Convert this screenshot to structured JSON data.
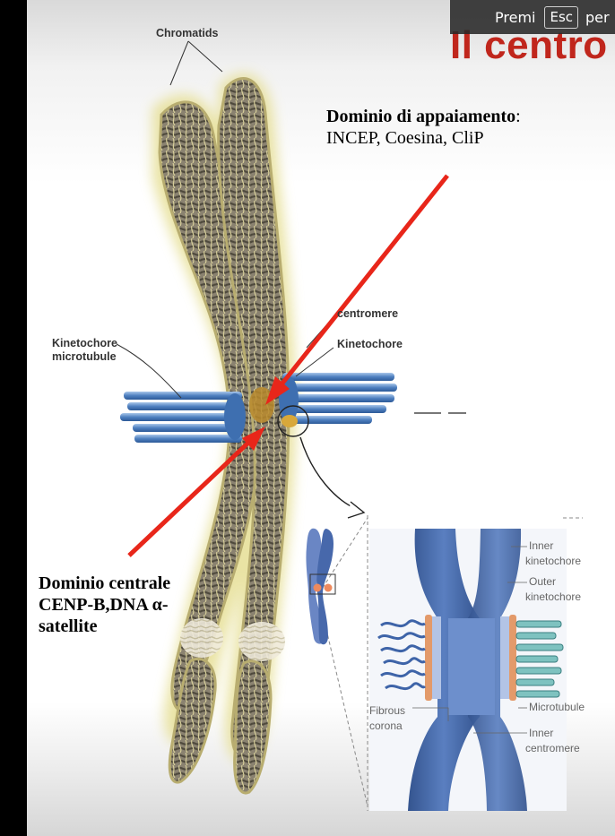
{
  "slide": {
    "title": "Il centro"
  },
  "overlay": {
    "prefix": "Premi",
    "key": "Esc",
    "suffix": "per"
  },
  "diagram": {
    "labels": {
      "chromatids": "Chromatids",
      "centromere": "centromere",
      "kinetochore": "Kinetochore",
      "kinetochore_microtubule_1": "Kinetochore",
      "kinetochore_microtubule_2": "microtubule"
    },
    "inset_labels": {
      "inner_kinetochore_1": "Inner",
      "inner_kinetochore_2": "kinetochore",
      "outer_kinetochore_1": "Outer",
      "outer_kinetochore_2": "kinetochore",
      "fibrous_corona_1": "Fibrous",
      "fibrous_corona_2": "corona",
      "microtubule": "Microtubule",
      "inner_centromere_1": "Inner",
      "inner_centromere_2": "centromere"
    },
    "annotations": {
      "pairing_title": "Dominio di appaiamento",
      "pairing_colon": ":",
      "pairing_proteins": "INCEP, Coesina, CliP",
      "central_line1": "Dominio centrale",
      "central_line2": "CENP-B,DNA α-",
      "central_line3": "satellite"
    },
    "colors": {
      "arrow": "#e8261a",
      "microtubule": "#5b8bc7",
      "chromatin": "#7a7260",
      "halo": "#e9e3a0",
      "inset_chromosome": "#3f62a6",
      "outer_kinetochore": "#e39a6a",
      "title": "#c0261c"
    }
  }
}
